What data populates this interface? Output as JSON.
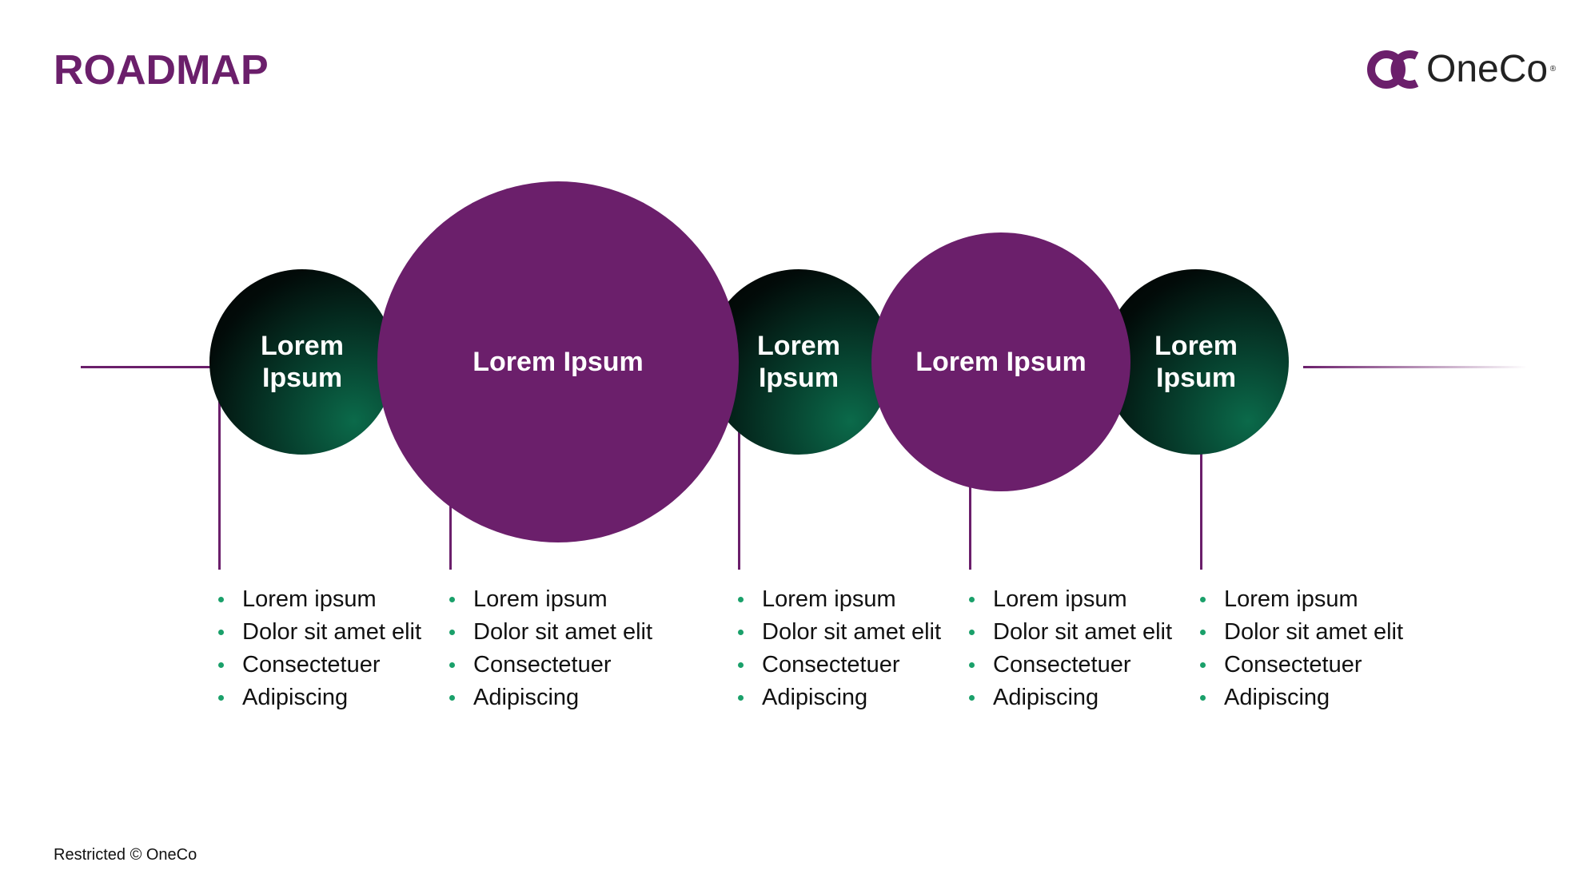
{
  "slide": {
    "title": "ROADMAP",
    "footer": "Restricted © OneCo"
  },
  "logo": {
    "text": "OneCo",
    "registered_mark": "®",
    "icon": "oneco-logo-icon",
    "mark_color": "#6b1f6b"
  },
  "colors": {
    "brand_purple": "#6b1f6b",
    "dark_green": "#063d2c",
    "bullet_green": "#1aa06a"
  },
  "milestones": [
    {
      "label": "Lorem Ipsum",
      "style": "dark",
      "bullets": [
        "Lorem ipsum",
        "Dolor sit amet elit",
        "Consectetuer",
        "Adipiscing"
      ]
    },
    {
      "label": "Lorem Ipsum",
      "style": "purple",
      "bullets": [
        "Lorem ipsum",
        "Dolor sit amet elit",
        "Consectetuer",
        "Adipiscing"
      ]
    },
    {
      "label": "Lorem Ipsum",
      "style": "dark",
      "bullets": [
        "Lorem ipsum",
        "Dolor sit amet elit",
        "Consectetuer",
        "Adipiscing"
      ]
    },
    {
      "label": "Lorem Ipsum",
      "style": "purple",
      "bullets": [
        "Lorem ipsum",
        "Dolor sit amet elit",
        "Consectetuer",
        "Adipiscing"
      ]
    },
    {
      "label": "Lorem Ipsum",
      "style": "dark",
      "bullets": [
        "Lorem ipsum",
        "Dolor sit amet elit",
        "Consectetuer",
        "Adipiscing"
      ]
    }
  ]
}
